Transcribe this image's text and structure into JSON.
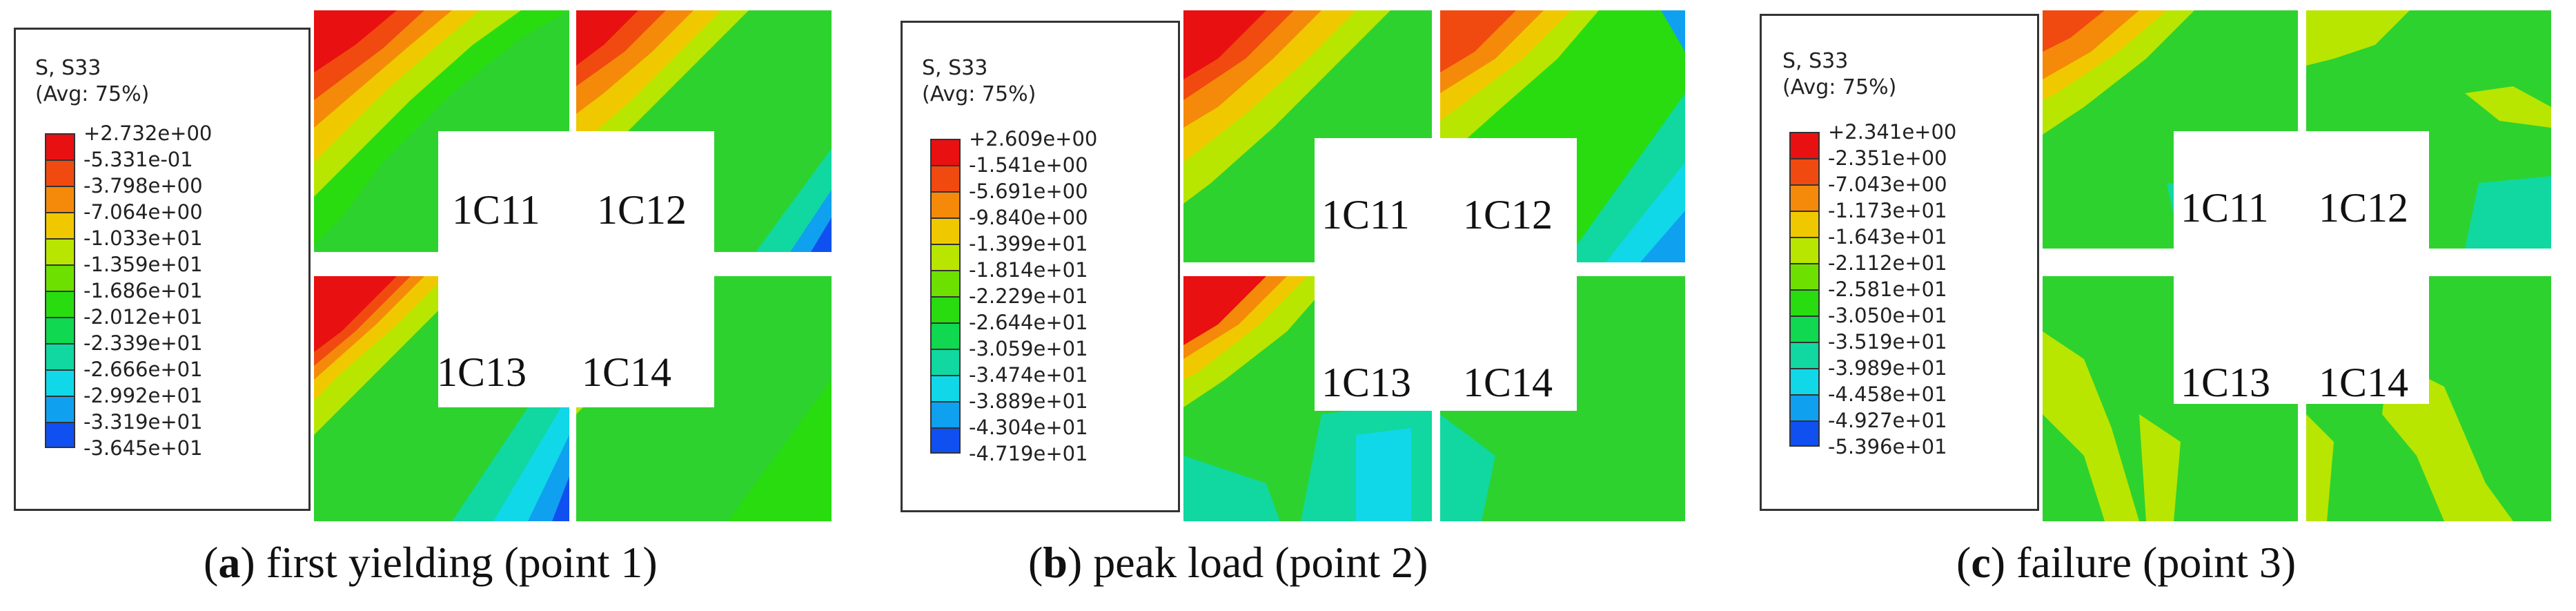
{
  "panels": [
    {
      "id": "a",
      "legend_title_1": "S, S33",
      "legend_title_2": "(Avg: 75%)",
      "ticks": [
        "+2.732e+00",
        "-5.331e-01",
        "-3.798e+00",
        "-7.064e+00",
        "-1.033e+01",
        "-1.359e+01",
        "-1.686e+01",
        "-2.012e+01",
        "-2.339e+01",
        "-2.666e+01",
        "-2.992e+01",
        "-3.319e+01",
        "-3.645e+01"
      ],
      "labels": [
        "1C11",
        "1C12",
        "1C13",
        "1C14"
      ],
      "caption_letter": "a",
      "caption_text": " first yielding (point 1)"
    },
    {
      "id": "b",
      "legend_title_1": "S, S33",
      "legend_title_2": "(Avg: 75%)",
      "ticks": [
        "+2.609e+00",
        "-1.541e+00",
        "-5.691e+00",
        "-9.840e+00",
        "-1.399e+01",
        "-1.814e+01",
        "-2.229e+01",
        "-2.644e+01",
        "-3.059e+01",
        "-3.474e+01",
        "-3.889e+01",
        "-4.304e+01",
        "-4.719e+01"
      ],
      "labels": [
        "1C11",
        "1C12",
        "1C13",
        "1C14"
      ],
      "caption_letter": "b",
      "caption_text": " peak load (point 2)"
    },
    {
      "id": "c",
      "legend_title_1": "S, S33",
      "legend_title_2": "(Avg: 75%)",
      "ticks": [
        "+2.341e+00",
        "-2.351e+00",
        "-7.043e+00",
        "-1.173e+01",
        "-1.643e+01",
        "-2.112e+01",
        "-2.581e+01",
        "-3.050e+01",
        "-3.519e+01",
        "-3.989e+01",
        "-4.458e+01",
        "-4.927e+01",
        "-5.396e+01"
      ],
      "labels": [
        "1C11",
        "1C12",
        "1C13",
        "1C14"
      ],
      "caption_letter": "c",
      "caption_text": " failure (point 3)"
    }
  ],
  "colors": {
    "scale": [
      "#e81010",
      "#f04a10",
      "#f58a0a",
      "#f0c800",
      "#b8e600",
      "#6ee000",
      "#28dc10",
      "#10d850",
      "#10d8a0",
      "#10d8e8",
      "#10a0f0",
      "#1050f0",
      "#1010e8"
    ],
    "contour_green": "#2ed22e"
  }
}
